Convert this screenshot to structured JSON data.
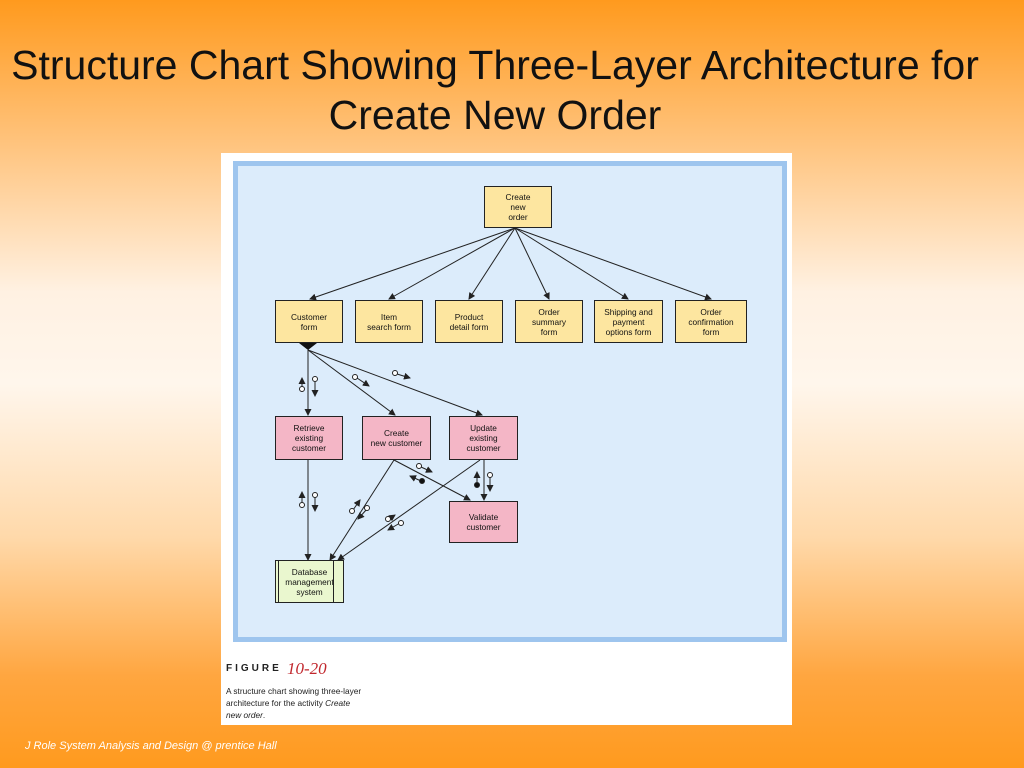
{
  "title": "Structure Chart Showing Three-Layer Architecture for Create New Order",
  "modules": {
    "create_new_order": "Create\nnew\norder",
    "customer_form": "Customer\nform",
    "item_search_form": "Item\nsearch form",
    "product_detail_form": "Product\ndetail form",
    "order_summary_form": "Order\nsummary\nform",
    "shipping_payment_form": "Shipping and\npayment\noptions form",
    "order_confirmation_form": "Order\nconfirmation\nform",
    "retrieve_existing_customer": "Retrieve\nexisting\ncustomer",
    "create_new_customer": "Create\nnew customer",
    "update_existing_customer": "Update\nexisting\ncustomer",
    "validate_customer": "Validate\ncustomer",
    "database_management_system": "Database\nmanagement\nsystem"
  },
  "caption": {
    "label": "FIGURE",
    "number": "10-20",
    "text_prefix": "A structure chart showing three-layer architecture for the activity ",
    "text_italic": "Create new order",
    "text_suffix": "."
  },
  "footer": "J Role System Analysis and Design @ prentice Hall",
  "colors": {
    "yellow_module": "#fde6a0",
    "pink_module": "#f4b6c6",
    "dbms_module": "#eaf7cf",
    "diagram_background": "#dcecfb",
    "diagram_border": "#9ec5ee",
    "figure_number": "#c1272d"
  }
}
